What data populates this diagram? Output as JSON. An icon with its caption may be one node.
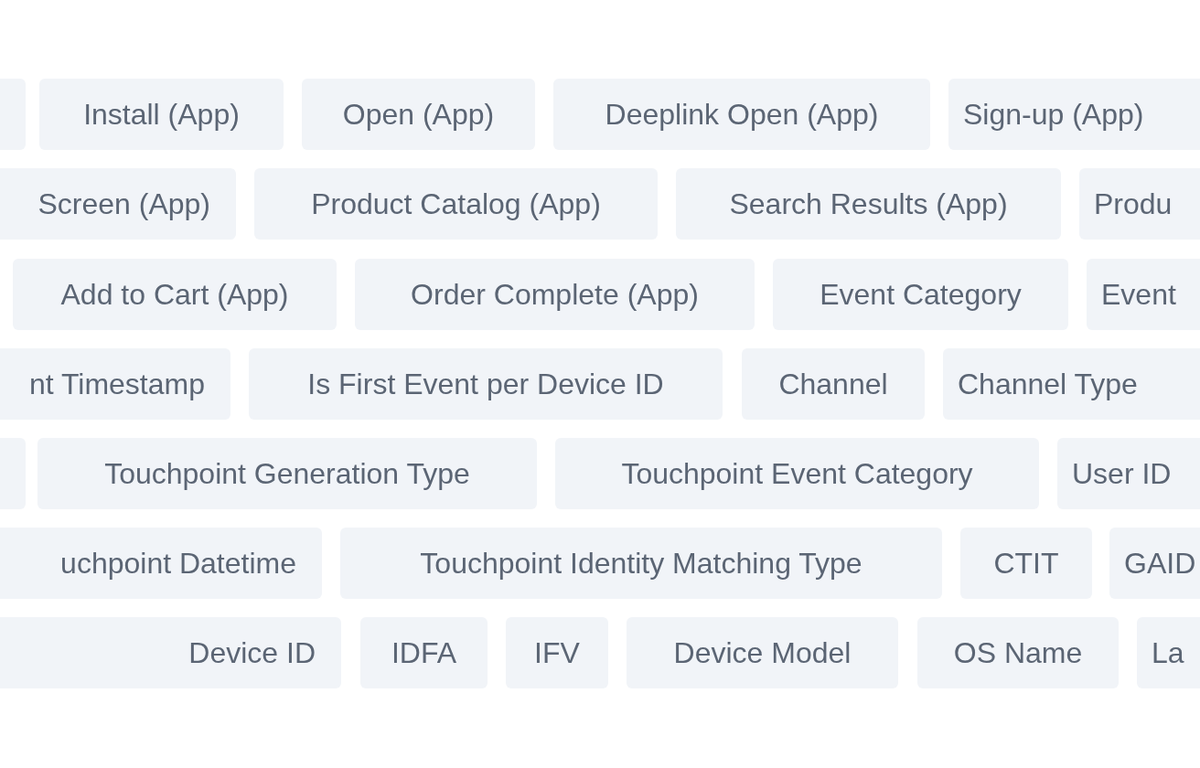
{
  "diagram": {
    "nodes": [
      {
        "text": [],
        "shape": "box"
      },
      {
        "text": [
          "Install (App)"
        ]
      },
      {
        "text": [
          "Open (App)"
        ]
      },
      {
        "text": [
          "Deeplink Open (App)"
        ]
      },
      {
        "text": [
          "Sign-up (App)"
        ]
      },
      {
        "text": [
          "Screen (App)"
        ]
      },
      {
        "text": [
          "Product Catalog (App)"
        ]
      },
      {
        "text": [
          "Search Results (App)"
        ]
      },
      {
        "text": [
          "Produ"
        ]
      },
      {
        "text": [
          "Add to Cart (App)"
        ]
      },
      {
        "text": [
          "Order Complete (App)"
        ]
      },
      {
        "text": [
          "Event Category"
        ]
      },
      {
        "text": [
          "Event"
        ]
      },
      {
        "text": [
          "nt Timestamp"
        ]
      },
      {
        "text": [
          "Is First Event per Device ID"
        ]
      },
      {
        "text": [
          "Channel"
        ]
      },
      {
        "text": [
          "Channel Type"
        ]
      },
      {
        "text": [],
        "shape": "box"
      },
      {
        "text": [
          "Touchpoint Generation Type"
        ]
      },
      {
        "text": [
          "Touchpoint Event Category"
        ]
      },
      {
        "text": [
          "User ID"
        ]
      },
      {
        "text": [
          "uchpoint Datetime"
        ]
      },
      {
        "text": [
          "Touchpoint Identity Matching Type"
        ]
      },
      {
        "text": [
          "CTIT"
        ]
      },
      {
        "text": [
          "GAID"
        ]
      },
      {
        "text": [
          "Device ID"
        ]
      },
      {
        "text": [
          "IDFA"
        ]
      },
      {
        "text": [
          "IFV"
        ]
      },
      {
        "text": [
          "Device Model"
        ]
      },
      {
        "text": [
          "OS Name"
        ]
      },
      {
        "text": [
          "La"
        ]
      }
    ]
  }
}
